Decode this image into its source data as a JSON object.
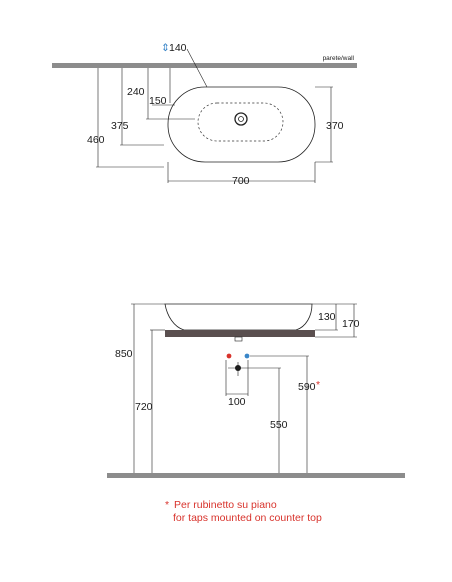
{
  "top_view": {
    "wall_label": "parete/wall",
    "height_label": "140",
    "height_arrow_glyph": "⇕",
    "dims": {
      "d240": "240",
      "d150": "150",
      "d375": "375",
      "d460": "460",
      "d370": "370",
      "d700": "700"
    }
  },
  "side_view": {
    "dims": {
      "d130": "130",
      "d170": "170",
      "d850": "850",
      "d720": "720",
      "d100": "100",
      "d550": "550",
      "d590": "590",
      "asterisk": "*"
    }
  },
  "note": {
    "asterisk": "*",
    "line1": "Per rubinetto su piano",
    "line2": "for taps mounted on counter top"
  },
  "colors": {
    "wall": "#8c8c8c",
    "counter": "#5a4f4f",
    "hot_valve": "#d8332c",
    "cold_valve": "#3a86c8",
    "accent_blue": "#3a86c8",
    "note_red": "#d8332c"
  }
}
